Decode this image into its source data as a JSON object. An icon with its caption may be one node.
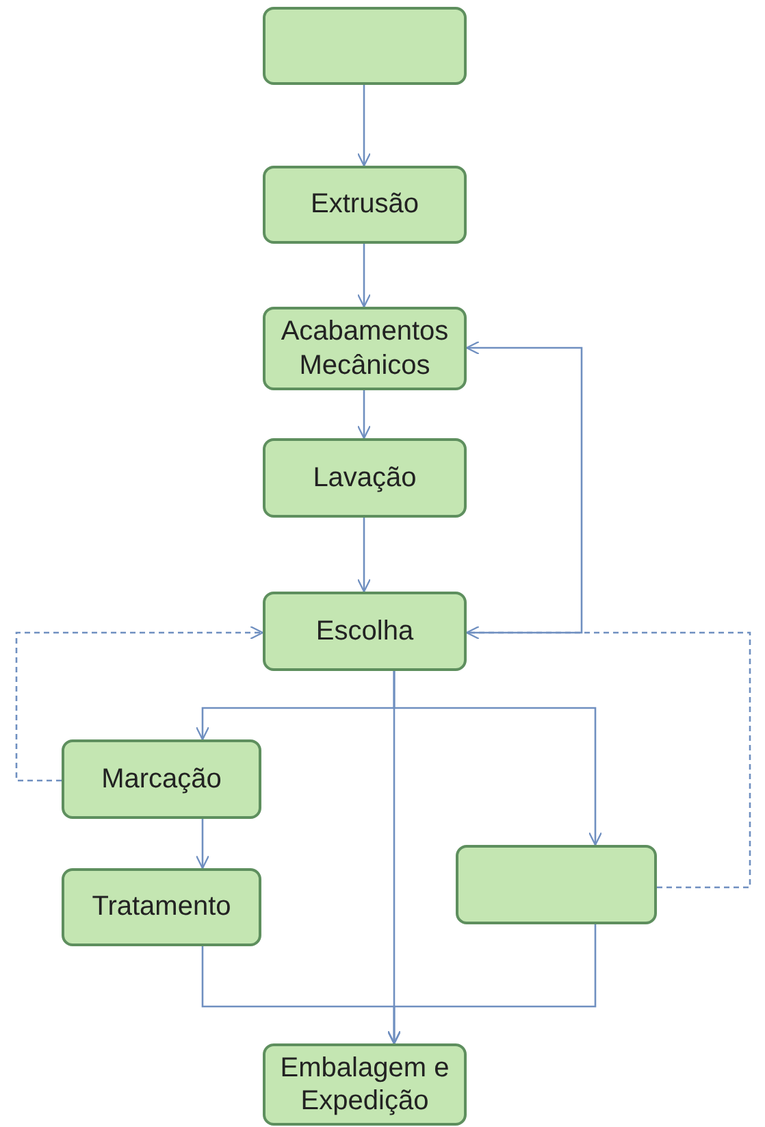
{
  "diagram": {
    "nodes": [
      {
        "text": [],
        "shape": "box"
      },
      {
        "text": [
          "Extrusão"
        ]
      },
      {
        "text": [
          "Acabamentos Mecânicos"
        ]
      },
      {
        "text": [
          "Lavação"
        ]
      },
      {
        "text": [
          "Escolha"
        ]
      },
      {
        "text": [
          "Marcação"
        ]
      },
      {
        "text": [],
        "shape": "box"
      },
      {
        "text": [
          "Tratamento"
        ]
      },
      {
        "text": [
          "Embalagem e Expedição"
        ]
      }
    ],
    "edges": [
      {
        "from": 0,
        "to": 1,
        "arrow": "to"
      },
      {
        "from": 1,
        "to": 2,
        "arrow": "to"
      },
      {
        "from": 2,
        "to": 3,
        "arrow": "to"
      },
      {
        "from": 3,
        "to": 4,
        "arrow": "to"
      },
      {
        "from": 4,
        "to": 2,
        "arrow": "to"
      },
      {
        "from": 4,
        "to": 5,
        "arrow": "to"
      },
      {
        "from": 4,
        "to": 6,
        "arrow": "to"
      },
      {
        "from": 4,
        "to": 8,
        "arrow": "to"
      },
      {
        "from": 5,
        "to": 7,
        "arrow": "to"
      },
      {
        "from": 7,
        "to": 8,
        "arrow": "to"
      },
      {
        "from": 6,
        "to": 8,
        "arrow": "to"
      },
      {
        "from": 5,
        "to": 4,
        "arrow": "to",
        "style": "dashed"
      },
      {
        "from": 6,
        "to": 4,
        "arrow": "to",
        "style": "dashed"
      }
    ]
  }
}
